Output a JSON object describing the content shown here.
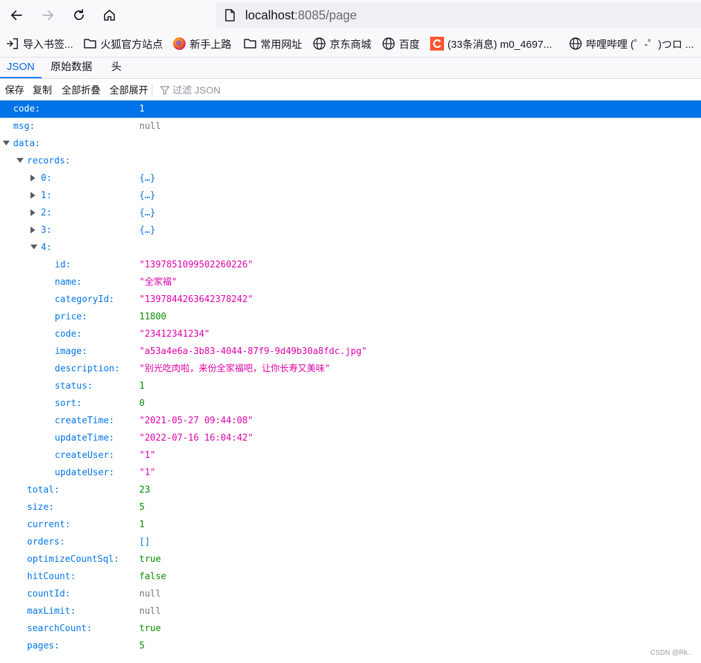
{
  "browser": {
    "url_host": "localhost",
    "url_rest": ":8085/page"
  },
  "bookmarks": [
    {
      "icon": "import-icon",
      "label": "导入书签..."
    },
    {
      "icon": "folder-icon",
      "label": "火狐官方站点"
    },
    {
      "icon": "firefox-icon",
      "label": "新手上路"
    },
    {
      "icon": "folder-icon",
      "label": "常用网址"
    },
    {
      "icon": "globe-icon",
      "label": "京东商城"
    },
    {
      "icon": "globe-icon",
      "label": "百度"
    },
    {
      "icon": "csdn-icon",
      "label": "(33条消息) m0_4697..."
    },
    {
      "icon": "globe-icon",
      "label": "哔哩哔哩 (゜-゜)つロ ..."
    }
  ],
  "tabs": [
    {
      "label": "JSON",
      "active": true
    },
    {
      "label": "原始数据",
      "active": false
    },
    {
      "label": "头",
      "active": false
    }
  ],
  "toolbar": {
    "save": "保存",
    "copy": "复制",
    "collapse_all": "全部折叠",
    "expand_all": "全部展开",
    "filter_placeholder": "过滤 JSON"
  },
  "json_rows": [
    {
      "key": "code:",
      "value": "1",
      "type": "num",
      "depth": 0,
      "selected": true
    },
    {
      "key": "msg:",
      "value": "null",
      "type": "null",
      "depth": 0
    },
    {
      "key": "data:",
      "value": "",
      "type": "none",
      "depth": 0,
      "toggle": "open"
    },
    {
      "key": "records:",
      "value": "",
      "type": "none",
      "depth": 1,
      "toggle": "open"
    },
    {
      "key": "0:",
      "value": "{…}",
      "type": "obj",
      "depth": 2,
      "toggle": "closed"
    },
    {
      "key": "1:",
      "value": "{…}",
      "type": "obj",
      "depth": 2,
      "toggle": "closed"
    },
    {
      "key": "2:",
      "value": "{…}",
      "type": "obj",
      "depth": 2,
      "toggle": "closed"
    },
    {
      "key": "3:",
      "value": "{…}",
      "type": "obj",
      "depth": 2,
      "toggle": "closed"
    },
    {
      "key": "4:",
      "value": "",
      "type": "none",
      "depth": 2,
      "toggle": "open"
    },
    {
      "key": "id:",
      "value": "\"1397851099502260226\"",
      "type": "str",
      "depth": 3
    },
    {
      "key": "name:",
      "value": "\"全家福\"",
      "type": "str",
      "depth": 3
    },
    {
      "key": "categoryId:",
      "value": "\"1397844263642378242\"",
      "type": "str",
      "depth": 3
    },
    {
      "key": "price:",
      "value": "11800",
      "type": "num",
      "depth": 3
    },
    {
      "key": "code:",
      "value": "\"23412341234\"",
      "type": "str",
      "depth": 3
    },
    {
      "key": "image:",
      "value": "\"a53a4e6a-3b83-4044-87f9-9d49b30a8fdc.jpg\"",
      "type": "str",
      "depth": 3
    },
    {
      "key": "description:",
      "value": "\"别光吃肉啦，来份全家福吧，让你长寿又美味\"",
      "type": "str",
      "depth": 3
    },
    {
      "key": "status:",
      "value": "1",
      "type": "num",
      "depth": 3
    },
    {
      "key": "sort:",
      "value": "0",
      "type": "num",
      "depth": 3
    },
    {
      "key": "createTime:",
      "value": "\"2021-05-27 09:44:08\"",
      "type": "str",
      "depth": 3
    },
    {
      "key": "updateTime:",
      "value": "\"2022-07-16 16:04:42\"",
      "type": "str",
      "depth": 3
    },
    {
      "key": "createUser:",
      "value": "\"1\"",
      "type": "str",
      "depth": 3
    },
    {
      "key": "updateUser:",
      "value": "\"1\"",
      "type": "str",
      "depth": 3
    },
    {
      "key": "total:",
      "value": "23",
      "type": "num",
      "depth": 1
    },
    {
      "key": "size:",
      "value": "5",
      "type": "num",
      "depth": 1
    },
    {
      "key": "current:",
      "value": "1",
      "type": "num",
      "depth": 1
    },
    {
      "key": "orders:",
      "value": "[]",
      "type": "obj",
      "depth": 1
    },
    {
      "key": "optimizeCountSql:",
      "value": "true",
      "type": "bool",
      "depth": 1
    },
    {
      "key": "hitCount:",
      "value": "false",
      "type": "bool",
      "depth": 1
    },
    {
      "key": "countId:",
      "value": "null",
      "type": "null",
      "depth": 1
    },
    {
      "key": "maxLimit:",
      "value": "null",
      "type": "null",
      "depth": 1
    },
    {
      "key": "searchCount:",
      "value": "true",
      "type": "bool",
      "depth": 1
    },
    {
      "key": "pages:",
      "value": "5",
      "type": "num",
      "depth": 1
    }
  ],
  "watermark": "CSDN @Rk..",
  "colors": {
    "selected_row": "#0074e8",
    "key": "#0074e8",
    "string": "#dd00a9",
    "number": "#058b00",
    "null": "#737373"
  }
}
